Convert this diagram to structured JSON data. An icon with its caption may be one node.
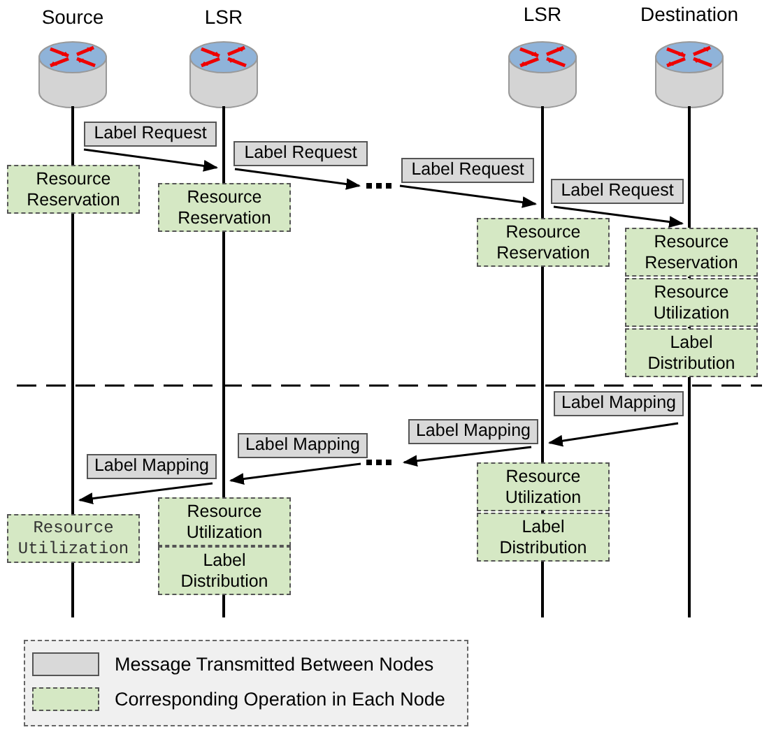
{
  "diagram": {
    "nodes": [
      {
        "text": [
          "Source"
        ]
      },
      {
        "text": [
          "LSR"
        ]
      },
      {
        "text": [
          "LSR"
        ]
      },
      {
        "text": [
          "Destination"
        ]
      },
      {
        "text": [
          "Resource Reservation"
        ]
      },
      {
        "text": [
          "Resource Reservation"
        ]
      },
      {
        "text": [
          "Resource Reservation"
        ]
      },
      {
        "text": [
          "Resource Reservation"
        ]
      },
      {
        "text": [
          "Resource Utilization"
        ]
      },
      {
        "text": [
          "Label Distribution"
        ]
      },
      {
        "text": [
          "Resource Utilization"
        ]
      },
      {
        "text": [
          "Label Distribution"
        ]
      },
      {
        "text": [
          "Resource Utilization"
        ]
      },
      {
        "text": [
          "Label Distribution"
        ]
      },
      {
        "text": [
          "Resource Utilization"
        ]
      }
    ],
    "edges": [
      {
        "from": 0,
        "to": 1,
        "label": "Label Request",
        "arrow": "to"
      },
      {
        "from": 1,
        "to": null,
        "label": "Label Request",
        "arrow": "to"
      },
      {
        "from": null,
        "to": 2,
        "label": "Label Request",
        "arrow": "to"
      },
      {
        "from": 2,
        "to": 3,
        "label": "Label Request",
        "arrow": "to"
      },
      {
        "from": 3,
        "to": 2,
        "label": "Label Mapping",
        "arrow": "to"
      },
      {
        "from": 2,
        "to": null,
        "label": "Label Mapping",
        "arrow": "to"
      },
      {
        "from": null,
        "to": 1,
        "label": "Label Mapping",
        "arrow": "to"
      },
      {
        "from": 1,
        "to": 0,
        "label": "Label Mapping",
        "arrow": "to"
      }
    ],
    "legend": [
      {
        "text": "Message Transmitted Between Nodes",
        "color": "#d9d9d9"
      },
      {
        "text": "Corresponding Operation in Each Node",
        "color": "#d5e8c4"
      }
    ]
  }
}
